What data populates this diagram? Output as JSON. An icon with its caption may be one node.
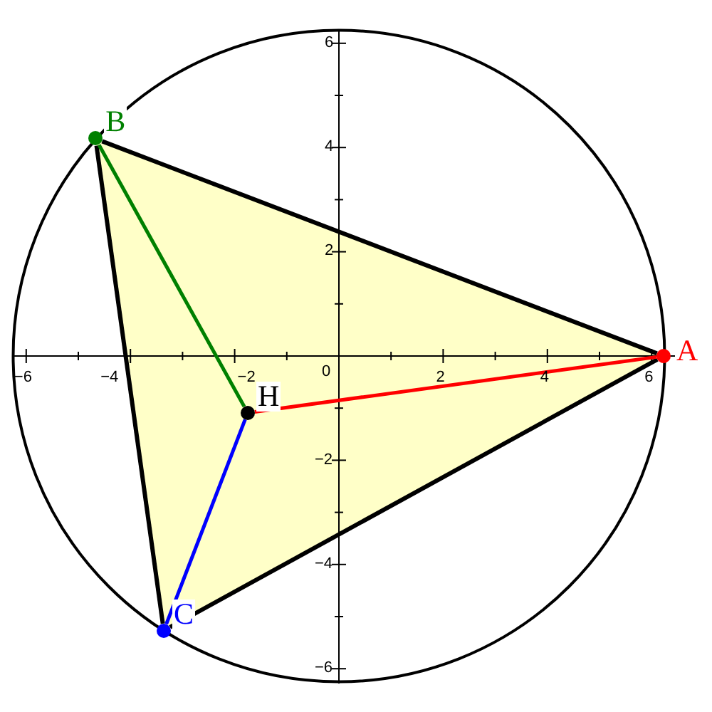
{
  "diagram": {
    "nodes": [
      {
        "text": [
          "A"
        ]
      },
      {
        "text": [
          "B"
        ]
      },
      {
        "text": [
          "C"
        ]
      },
      {
        "text": [
          "H"
        ]
      }
    ],
    "edges": [
      {
        "from": 0,
        "to": 1,
        "arrow": "none"
      },
      {
        "from": 1,
        "to": 2,
        "arrow": "none"
      },
      {
        "from": 2,
        "to": 0,
        "arrow": "none"
      },
      {
        "from": 3,
        "to": 0,
        "arrow": "none",
        "color": "#ff0000"
      },
      {
        "from": 3,
        "to": 1,
        "arrow": "none",
        "color": "#008000"
      },
      {
        "from": 3,
        "to": 2,
        "arrow": "none",
        "color": "#0000ff"
      }
    ],
    "labels": [
      "6",
      "4",
      "2",
      "−6",
      "−4",
      "−2",
      "0",
      "2",
      "4",
      "6",
      "−2",
      "−4",
      "−6"
    ]
  }
}
